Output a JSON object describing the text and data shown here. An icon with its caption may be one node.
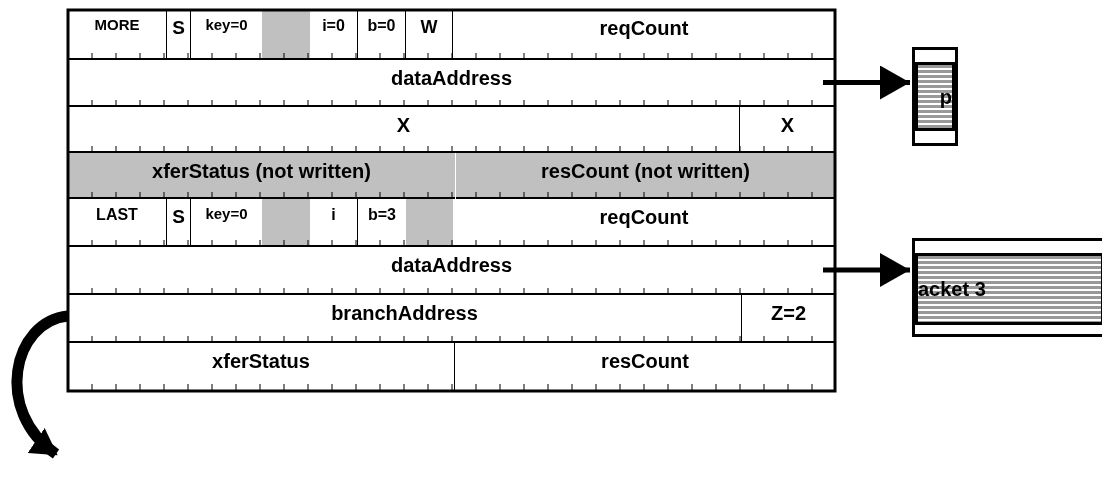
{
  "diagram": {
    "nodes": [
      {
        "text": [
          "MORE"
        ]
      },
      {
        "text": [
          "S"
        ]
      },
      {
        "text": [
          "key=0"
        ]
      },
      {
        "text": [],
        "shape": "box"
      },
      {
        "text": [
          "i=0"
        ]
      },
      {
        "text": [
          "b=0"
        ]
      },
      {
        "text": [
          "W"
        ]
      },
      {
        "text": [
          "reqCount"
        ]
      },
      {
        "text": [
          "dataAddress"
        ]
      },
      {
        "text": [
          "X"
        ]
      },
      {
        "text": [
          "X"
        ]
      },
      {
        "text": [
          "xferStatus (not written)"
        ]
      },
      {
        "text": [
          "resCount (not written)"
        ]
      },
      {
        "text": [
          "LAST"
        ]
      },
      {
        "text": [
          "S"
        ]
      },
      {
        "text": [
          "key=0"
        ]
      },
      {
        "text": [],
        "shape": "box"
      },
      {
        "text": [
          "i"
        ]
      },
      {
        "text": [
          "b=3"
        ]
      },
      {
        "text": [],
        "shape": "box"
      },
      {
        "text": [
          "reqCount"
        ]
      },
      {
        "text": [
          "dataAddress"
        ]
      },
      {
        "text": [
          "branchAddress"
        ]
      },
      {
        "text": [
          "Z=2"
        ]
      },
      {
        "text": [
          "xferStatus"
        ]
      },
      {
        "text": [
          "resCount"
        ]
      },
      {
        "text": [
          "p"
        ]
      },
      {
        "text": [
          "acket 3"
        ]
      }
    ],
    "edges": [
      {
        "from": 8,
        "to": 26,
        "arrow": "to"
      },
      {
        "from": 21,
        "to": 27,
        "arrow": "to"
      },
      {
        "from": 22,
        "to": null,
        "arrow": "to",
        "style": "thick"
      }
    ]
  }
}
